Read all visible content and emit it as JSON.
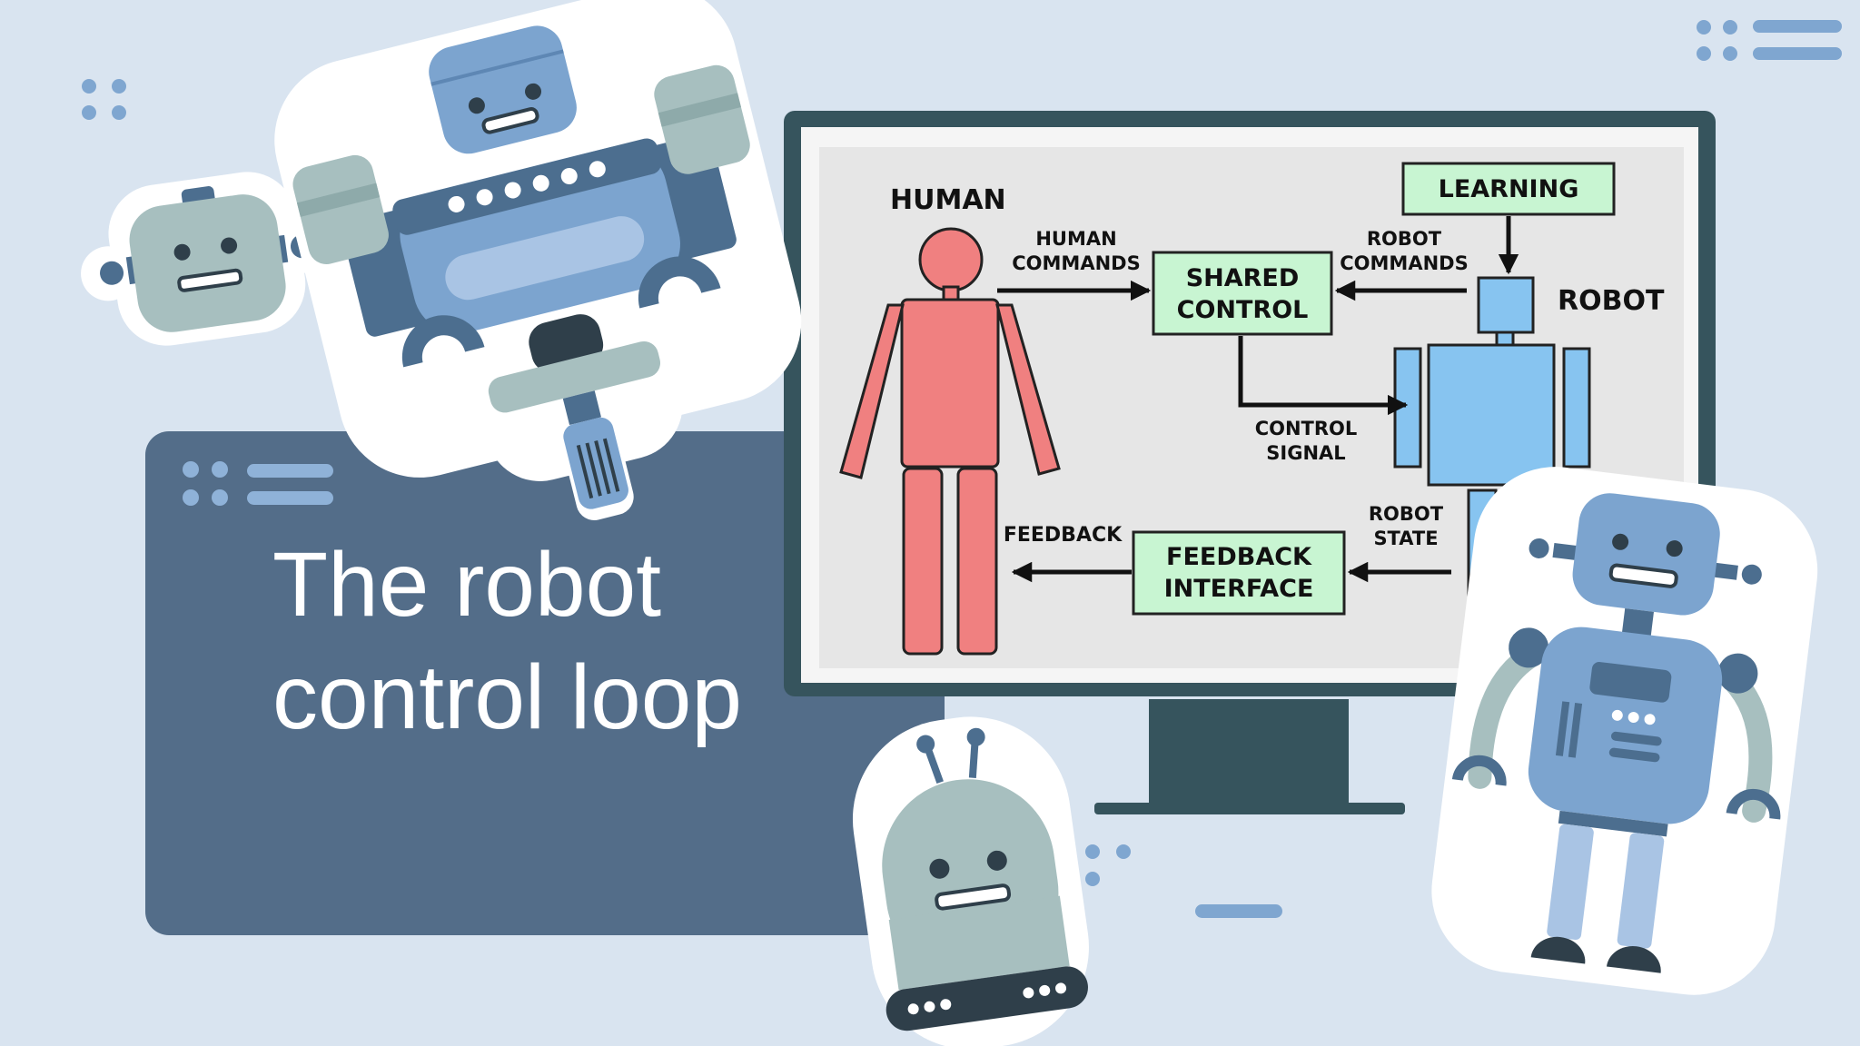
{
  "slide": {
    "title_line1": "The robot",
    "title_line2": "control loop"
  },
  "diagram": {
    "human_label": "HUMAN",
    "robot_label": "ROBOT",
    "learning_box": "LEARNING",
    "shared_control_line1": "SHARED",
    "shared_control_line2": "CONTROL",
    "feedback_interface_line1": "FEEDBACK",
    "feedback_interface_line2": "INTERFACE",
    "human_commands_line1": "HUMAN",
    "human_commands_line2": "COMMANDS",
    "robot_commands_line1": "ROBOT",
    "robot_commands_line2": "COMMANDS",
    "control_signal_line1": "CONTROL",
    "control_signal_line2": "SIGNAL",
    "robot_state_line1": "ROBOT",
    "robot_state_line2": "STATE",
    "feedback_arrow_label": "FEEDBACK"
  },
  "colors": {
    "background": "#d9e4f0",
    "card": "#536d89",
    "human_figure": "#f08080",
    "robot_figure": "#87c4f0",
    "box_fill": "#c8f5d2",
    "monitor_frame": "#36545d"
  },
  "icons": [
    "robot-head-icon",
    "robot-body-icon",
    "dot-grid-icon",
    "menu-lines-icon"
  ]
}
